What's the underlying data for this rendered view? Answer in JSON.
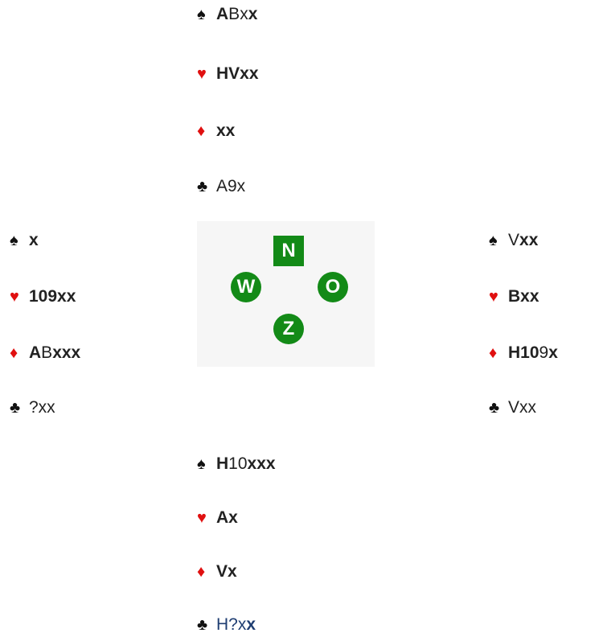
{
  "hands": {
    "north": {
      "spades": [
        "A",
        "B",
        "x",
        "x"
      ],
      "hearts": [
        "HVxx"
      ],
      "diamonds": [
        "xx"
      ],
      "clubs": [
        "A9x"
      ]
    },
    "west": {
      "spades": [
        "x"
      ],
      "hearts": [
        "109xx"
      ],
      "diamonds": [
        "A",
        "B",
        "xxx"
      ],
      "clubs": [
        "?xx"
      ]
    },
    "east": {
      "spades": [
        "V",
        "xx"
      ],
      "hearts": [
        "Bxx"
      ],
      "diamonds": [
        "H10",
        "9",
        "x"
      ],
      "clubs": [
        "Vxx"
      ]
    },
    "south": {
      "spades": [
        "H",
        "10",
        "xxx"
      ],
      "hearts": [
        "Ax"
      ],
      "diamonds": [
        "Vx"
      ],
      "clubs": [
        "H?x",
        "x"
      ]
    }
  },
  "compass": {
    "n": "N",
    "w": "W",
    "o": "O",
    "z": "Z"
  },
  "colors": {
    "red_suit": "#e01010",
    "compass_green": "#138a17",
    "blue_text": "#1f3e72"
  }
}
